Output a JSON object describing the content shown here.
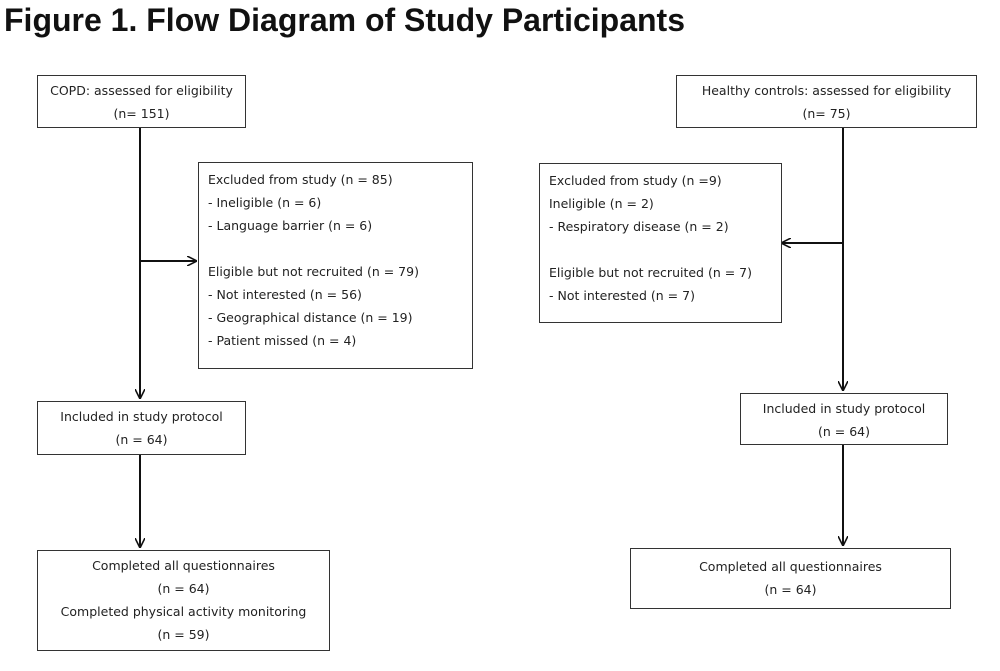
{
  "title": "Figure 1. Flow Diagram of Study Participants",
  "copd": {
    "assessed": {
      "line1": "COPD: assessed for eligibility",
      "line2": "(n= 151)"
    },
    "excluded": {
      "header": "Excluded from study (n = 85)",
      "ineligible": "- Ineligible (n = 6)",
      "language": "- Language barrier (n = 6)",
      "eligible_header": "Eligible but not recruited (n = 79)",
      "not_interested": "- Not interested (n = 56)",
      "geo_distance": "- Geographical distance (n = 19)",
      "patient_missed": "- Patient missed (n = 4)"
    },
    "included": {
      "line1": "Included in study protocol",
      "line2": "(n = 64)"
    },
    "completed": {
      "line1": "Completed all questionnaires",
      "line2": "(n = 64)",
      "line3": "Completed physical activity monitoring",
      "line4": "(n = 59)"
    }
  },
  "controls": {
    "assessed": {
      "line1": "Healthy controls: assessed for eligibility",
      "line2": "(n= 75)"
    },
    "excluded": {
      "header": "Excluded from study (n =9)",
      "ineligible": "Ineligible (n = 2)",
      "respiratory": "- Respiratory disease (n = 2)",
      "eligible_header": "Eligible but not recruited (n = 7)",
      "not_interested": "- Not interested (n = 7)"
    },
    "included": {
      "line1": "Included in study protocol",
      "line2": "(n = 64)"
    },
    "completed": {
      "line1": "Completed all questionnaires",
      "line2": "(n = 64)"
    }
  }
}
